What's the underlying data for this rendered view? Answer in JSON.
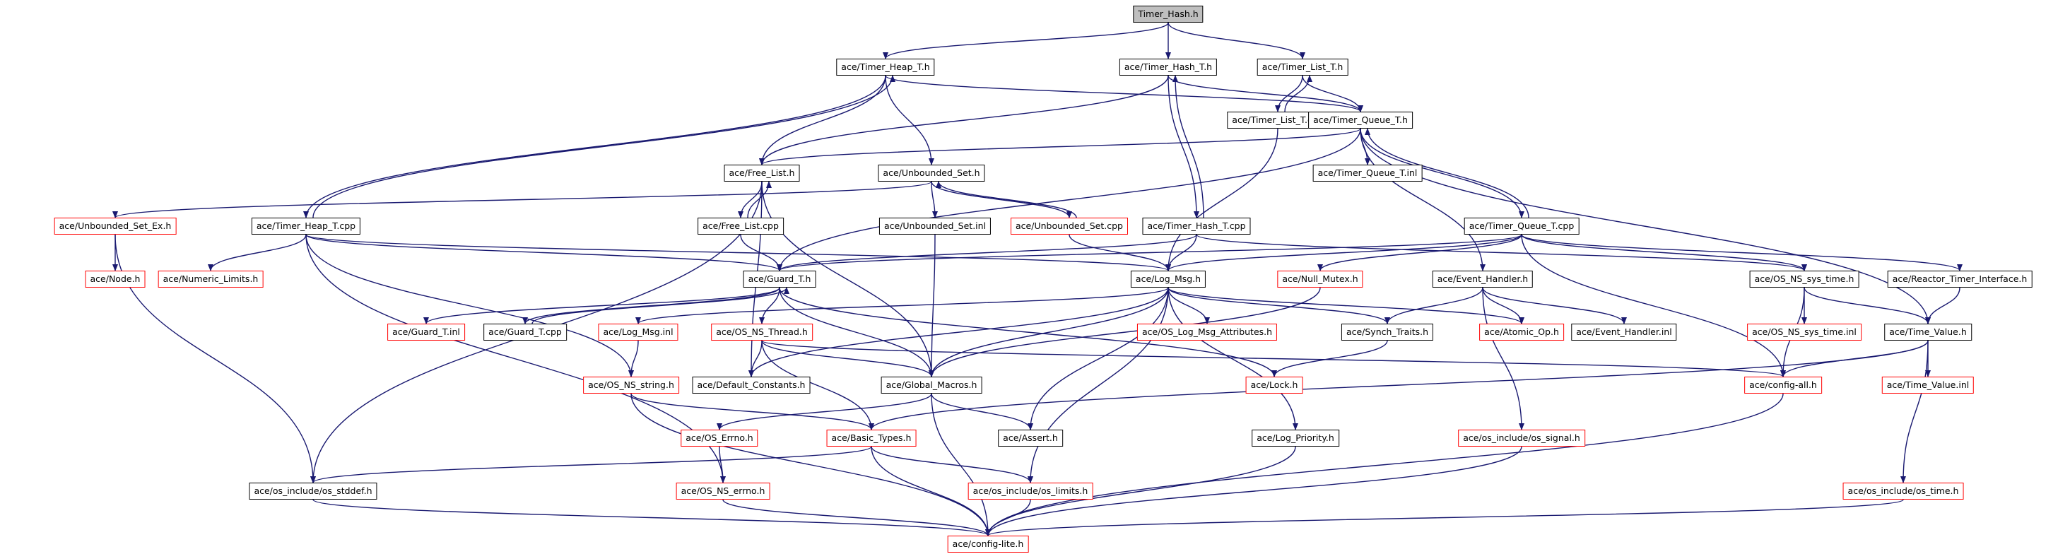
{
  "graph": {
    "edge_color": "#191970",
    "node_border": "#000000",
    "truncated_node_border": "#ff0000",
    "root_fill": "#bfbfbf",
    "nodes": [
      {
        "id": "n0",
        "label": "Timer_Hash.h",
        "root": true
      },
      {
        "id": "n1",
        "label": "ace/Timer_Heap_T.h"
      },
      {
        "id": "n2",
        "label": "ace/Timer_Hash_T.h"
      },
      {
        "id": "n3",
        "label": "ace/Timer_List_T.h"
      },
      {
        "id": "n4",
        "label": "ace/Timer_List_T.cpp"
      },
      {
        "id": "n5",
        "label": "ace/Timer_Queue_T.h"
      },
      {
        "id": "n6",
        "label": "ace/Free_List.h"
      },
      {
        "id": "n7",
        "label": "ace/Unbounded_Set.h"
      },
      {
        "id": "n8",
        "label": "ace/Timer_Queue_T.inl"
      },
      {
        "id": "n9",
        "label": "ace/Unbounded_Set_Ex.h",
        "truncated": true
      },
      {
        "id": "n10",
        "label": "ace/Timer_Heap_T.cpp"
      },
      {
        "id": "n11",
        "label": "ace/Free_List.cpp"
      },
      {
        "id": "n12",
        "label": "ace/Unbounded_Set.inl"
      },
      {
        "id": "n13",
        "label": "ace/Unbounded_Set.cpp",
        "truncated": true
      },
      {
        "id": "n14",
        "label": "ace/Timer_Hash_T.cpp"
      },
      {
        "id": "n15",
        "label": "ace/Timer_Queue_T.cpp"
      },
      {
        "id": "n16",
        "label": "ace/Node.h",
        "truncated": true
      },
      {
        "id": "n17",
        "label": "ace/Numeric_Limits.h",
        "truncated": true
      },
      {
        "id": "n18",
        "label": "ace/Guard_T.h"
      },
      {
        "id": "n19",
        "label": "ace/Log_Msg.h"
      },
      {
        "id": "n20",
        "label": "ace/Null_Mutex.h",
        "truncated": true
      },
      {
        "id": "n21",
        "label": "ace/Event_Handler.h"
      },
      {
        "id": "n22",
        "label": "ace/OS_NS_sys_time.h"
      },
      {
        "id": "n23",
        "label": "ace/Reactor_Timer_Interface.h"
      },
      {
        "id": "n24",
        "label": "ace/Guard_T.inl",
        "truncated": true
      },
      {
        "id": "n25",
        "label": "ace/Guard_T.cpp"
      },
      {
        "id": "n26",
        "label": "ace/Log_Msg.inl",
        "truncated": true
      },
      {
        "id": "n27",
        "label": "ace/OS_NS_Thread.h",
        "truncated": true
      },
      {
        "id": "n28",
        "label": "ace/OS_Log_Msg_Attributes.h",
        "truncated": true
      },
      {
        "id": "n29",
        "label": "ace/Synch_Traits.h"
      },
      {
        "id": "n30",
        "label": "ace/Atomic_Op.h",
        "truncated": true
      },
      {
        "id": "n31",
        "label": "ace/Event_Handler.inl"
      },
      {
        "id": "n32",
        "label": "ace/OS_NS_sys_time.inl",
        "truncated": true
      },
      {
        "id": "n33",
        "label": "ace/Time_Value.h"
      },
      {
        "id": "n34",
        "label": "ace/OS_NS_string.h",
        "truncated": true
      },
      {
        "id": "n35",
        "label": "ace/Default_Constants.h"
      },
      {
        "id": "n36",
        "label": "ace/Global_Macros.h"
      },
      {
        "id": "n37",
        "label": "ace/Lock.h",
        "truncated": true
      },
      {
        "id": "n38",
        "label": "ace/config-all.h",
        "truncated": true
      },
      {
        "id": "n39",
        "label": "ace/Time_Value.inl",
        "truncated": true
      },
      {
        "id": "n40",
        "label": "ace/OS_Errno.h",
        "truncated": true
      },
      {
        "id": "n41",
        "label": "ace/Basic_Types.h",
        "truncated": true
      },
      {
        "id": "n42",
        "label": "ace/Assert.h"
      },
      {
        "id": "n43",
        "label": "ace/Log_Priority.h"
      },
      {
        "id": "n44",
        "label": "ace/os_include/os_signal.h",
        "truncated": true
      },
      {
        "id": "n45",
        "label": "ace/os_include/os_stddef.h"
      },
      {
        "id": "n46",
        "label": "ace/OS_NS_errno.h",
        "truncated": true
      },
      {
        "id": "n47",
        "label": "ace/os_include/os_limits.h",
        "truncated": true
      },
      {
        "id": "n48",
        "label": "ace/os_include/os_time.h",
        "truncated": true
      },
      {
        "id": "n49",
        "label": "ace/config-lite.h",
        "truncated": true
      }
    ],
    "edges": [
      [
        "n0",
        "n1"
      ],
      [
        "n0",
        "n2"
      ],
      [
        "n0",
        "n3"
      ],
      [
        "n1",
        "n5"
      ],
      [
        "n1",
        "n6"
      ],
      [
        "n1",
        "n7"
      ],
      [
        "n1",
        "n10"
      ],
      [
        "n10",
        "n1"
      ],
      [
        "n10",
        "n18"
      ],
      [
        "n10",
        "n19"
      ],
      [
        "n10",
        "n17"
      ],
      [
        "n10",
        "n34"
      ],
      [
        "n10",
        "n46"
      ],
      [
        "n2",
        "n5"
      ],
      [
        "n2",
        "n6"
      ],
      [
        "n2",
        "n14"
      ],
      [
        "n14",
        "n2"
      ],
      [
        "n14",
        "n18"
      ],
      [
        "n14",
        "n19"
      ],
      [
        "n14",
        "n22"
      ],
      [
        "n3",
        "n4"
      ],
      [
        "n3",
        "n5"
      ],
      [
        "n4",
        "n3"
      ],
      [
        "n4",
        "n19"
      ],
      [
        "n5",
        "n6"
      ],
      [
        "n5",
        "n8"
      ],
      [
        "n5",
        "n18"
      ],
      [
        "n5",
        "n21"
      ],
      [
        "n5",
        "n15"
      ],
      [
        "n5",
        "n33"
      ],
      [
        "n15",
        "n5"
      ],
      [
        "n15",
        "n18"
      ],
      [
        "n15",
        "n19"
      ],
      [
        "n15",
        "n20"
      ],
      [
        "n15",
        "n22"
      ],
      [
        "n15",
        "n23"
      ],
      [
        "n15",
        "n38"
      ],
      [
        "n6",
        "n11"
      ],
      [
        "n6",
        "n36"
      ],
      [
        "n6",
        "n45"
      ],
      [
        "n6",
        "n35"
      ],
      [
        "n11",
        "n6"
      ],
      [
        "n11",
        "n18"
      ],
      [
        "n7",
        "n9"
      ],
      [
        "n7",
        "n12"
      ],
      [
        "n7",
        "n13"
      ],
      [
        "n13",
        "n7"
      ],
      [
        "n13",
        "n19"
      ],
      [
        "n12",
        "n36"
      ],
      [
        "n9",
        "n16"
      ],
      [
        "n9",
        "n45"
      ],
      [
        "n18",
        "n24"
      ],
      [
        "n18",
        "n25"
      ],
      [
        "n18",
        "n27"
      ],
      [
        "n18",
        "n36"
      ],
      [
        "n18",
        "n37"
      ],
      [
        "n25",
        "n18"
      ],
      [
        "n19",
        "n26"
      ],
      [
        "n19",
        "n28"
      ],
      [
        "n19",
        "n29"
      ],
      [
        "n19",
        "n30"
      ],
      [
        "n19",
        "n36"
      ],
      [
        "n19",
        "n42"
      ],
      [
        "n19",
        "n43"
      ],
      [
        "n19",
        "n47"
      ],
      [
        "n19",
        "n35"
      ],
      [
        "n26",
        "n34"
      ],
      [
        "n27",
        "n35"
      ],
      [
        "n27",
        "n36"
      ],
      [
        "n27",
        "n41"
      ],
      [
        "n27",
        "n38"
      ],
      [
        "n20",
        "n36"
      ],
      [
        "n21",
        "n29"
      ],
      [
        "n21",
        "n30"
      ],
      [
        "n21",
        "n31"
      ],
      [
        "n21",
        "n44"
      ],
      [
        "n29",
        "n37"
      ],
      [
        "n22",
        "n32"
      ],
      [
        "n22",
        "n33"
      ],
      [
        "n22",
        "n38"
      ],
      [
        "n23",
        "n33"
      ],
      [
        "n33",
        "n39"
      ],
      [
        "n33",
        "n38"
      ],
      [
        "n33",
        "n41"
      ],
      [
        "n33",
        "n48"
      ],
      [
        "n34",
        "n41"
      ],
      [
        "n34",
        "n49"
      ],
      [
        "n36",
        "n42"
      ],
      [
        "n36",
        "n40"
      ],
      [
        "n36",
        "n49"
      ],
      [
        "n40",
        "n46"
      ],
      [
        "n41",
        "n45"
      ],
      [
        "n41",
        "n47"
      ],
      [
        "n41",
        "n49"
      ],
      [
        "n38",
        "n49"
      ],
      [
        "n43",
        "n49"
      ],
      [
        "n44",
        "n49"
      ],
      [
        "n45",
        "n49"
      ],
      [
        "n46",
        "n49"
      ],
      [
        "n47",
        "n49"
      ],
      [
        "n48",
        "n49"
      ]
    ]
  }
}
